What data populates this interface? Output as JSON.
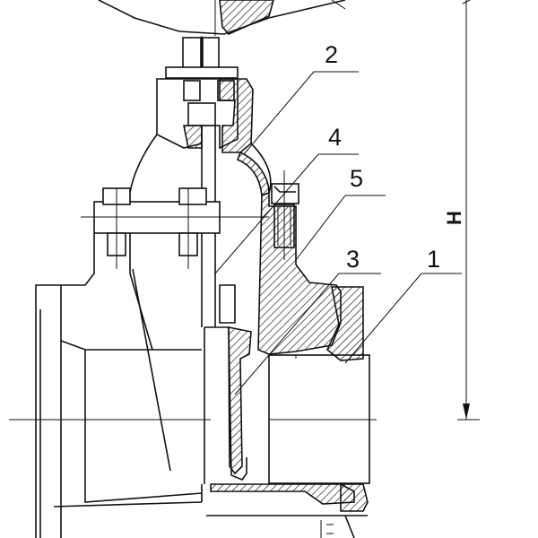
{
  "diagram": {
    "part_labels": [
      {
        "id": "1",
        "text": "1"
      },
      {
        "id": "2",
        "text": "2"
      },
      {
        "id": "3",
        "text": "3"
      },
      {
        "id": "4",
        "text": "4"
      },
      {
        "id": "5",
        "text": "5"
      }
    ],
    "dimension": {
      "label": "H"
    }
  },
  "colors": {
    "line": "#111111",
    "background": "#ffffff"
  }
}
